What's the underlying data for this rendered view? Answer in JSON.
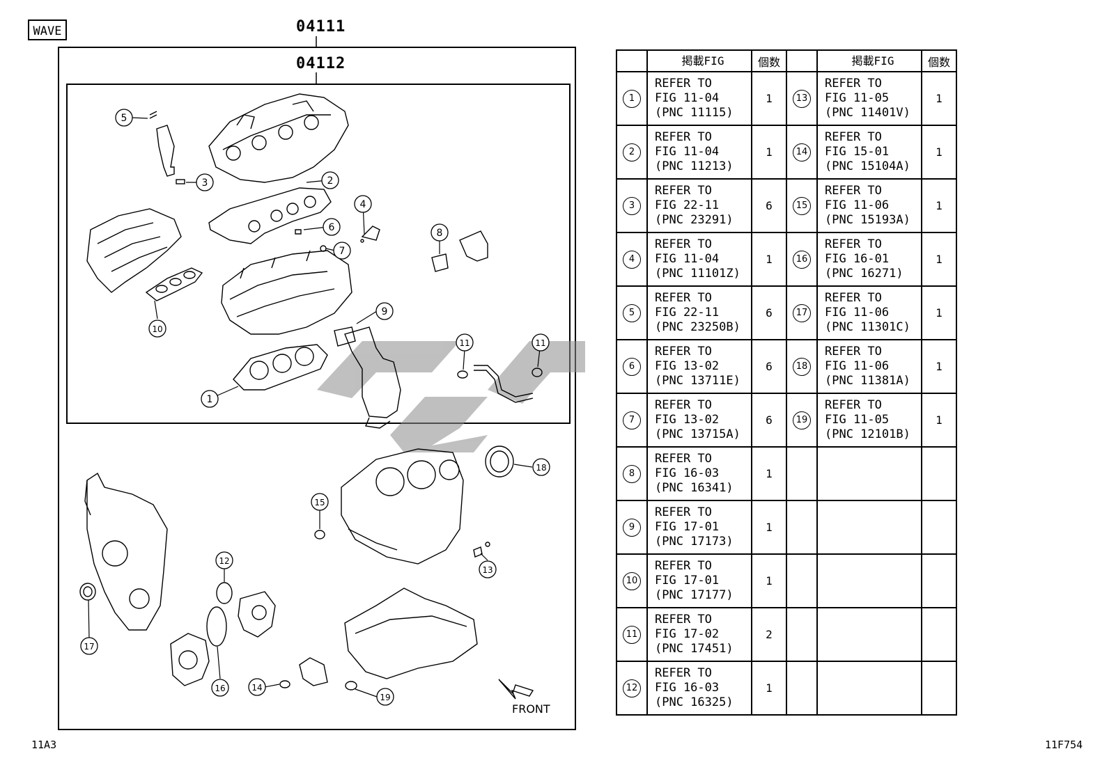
{
  "header": {
    "wave_label": "WAVE",
    "assembly_part_no": "04111",
    "subassembly_part_no": "04112"
  },
  "footer": {
    "left_code": "11A3",
    "right_code": "11F754"
  },
  "diagram": {
    "front_label": "FRONT",
    "watermark_color": "#8c8c8c"
  },
  "table": {
    "headers": {
      "fig": "掲載FIG",
      "qty": "個数"
    },
    "left_rows": [
      {
        "no": "1",
        "fig": "REFER TO\nFIG 11-04\n(PNC 11115)",
        "qty": "1"
      },
      {
        "no": "2",
        "fig": "REFER TO\nFIG 11-04\n(PNC 11213)",
        "qty": "1"
      },
      {
        "no": "3",
        "fig": "REFER TO\nFIG 22-11\n(PNC 23291)",
        "qty": "6"
      },
      {
        "no": "4",
        "fig": "REFER TO\nFIG 11-04\n(PNC 11101Z)",
        "qty": "1"
      },
      {
        "no": "5",
        "fig": "REFER TO\nFIG 22-11\n(PNC 23250B)",
        "qty": "6"
      },
      {
        "no": "6",
        "fig": "REFER TO\nFIG 13-02\n(PNC 13711E)",
        "qty": "6"
      },
      {
        "no": "7",
        "fig": "REFER TO\nFIG 13-02\n(PNC 13715A)",
        "qty": "6"
      },
      {
        "no": "8",
        "fig": "REFER TO\nFIG 16-03\n(PNC 16341)",
        "qty": "1"
      },
      {
        "no": "9",
        "fig": "REFER TO\nFIG 17-01\n(PNC 17173)",
        "qty": "1"
      },
      {
        "no": "10",
        "fig": "REFER TO\nFIG 17-01\n(PNC 17177)",
        "qty": "1"
      },
      {
        "no": "11",
        "fig": "REFER TO\nFIG 17-02\n(PNC 17451)",
        "qty": "2"
      },
      {
        "no": "12",
        "fig": "REFER TO\nFIG 16-03\n(PNC 16325)",
        "qty": "1"
      }
    ],
    "right_rows": [
      {
        "no": "13",
        "fig": "REFER TO\nFIG 11-05\n(PNC 11401V)",
        "qty": "1"
      },
      {
        "no": "14",
        "fig": "REFER TO\nFIG 15-01\n(PNC 15104A)",
        "qty": "1"
      },
      {
        "no": "15",
        "fig": "REFER TO\nFIG 11-06\n(PNC 15193A)",
        "qty": "1"
      },
      {
        "no": "16",
        "fig": "REFER TO\nFIG 16-01\n(PNC 16271)",
        "qty": "1"
      },
      {
        "no": "17",
        "fig": "REFER TO\nFIG 11-06\n(PNC 11301C)",
        "qty": "1"
      },
      {
        "no": "18",
        "fig": "REFER TO\nFIG 11-06\n(PNC 11381A)",
        "qty": "1"
      },
      {
        "no": "19",
        "fig": "REFER TO\nFIG 11-05\n(PNC 12101B)",
        "qty": "1"
      },
      {
        "no": "",
        "fig": "",
        "qty": ""
      },
      {
        "no": "",
        "fig": "",
        "qty": ""
      },
      {
        "no": "",
        "fig": "",
        "qty": ""
      },
      {
        "no": "",
        "fig": "",
        "qty": ""
      },
      {
        "no": "",
        "fig": "",
        "qty": ""
      }
    ]
  }
}
